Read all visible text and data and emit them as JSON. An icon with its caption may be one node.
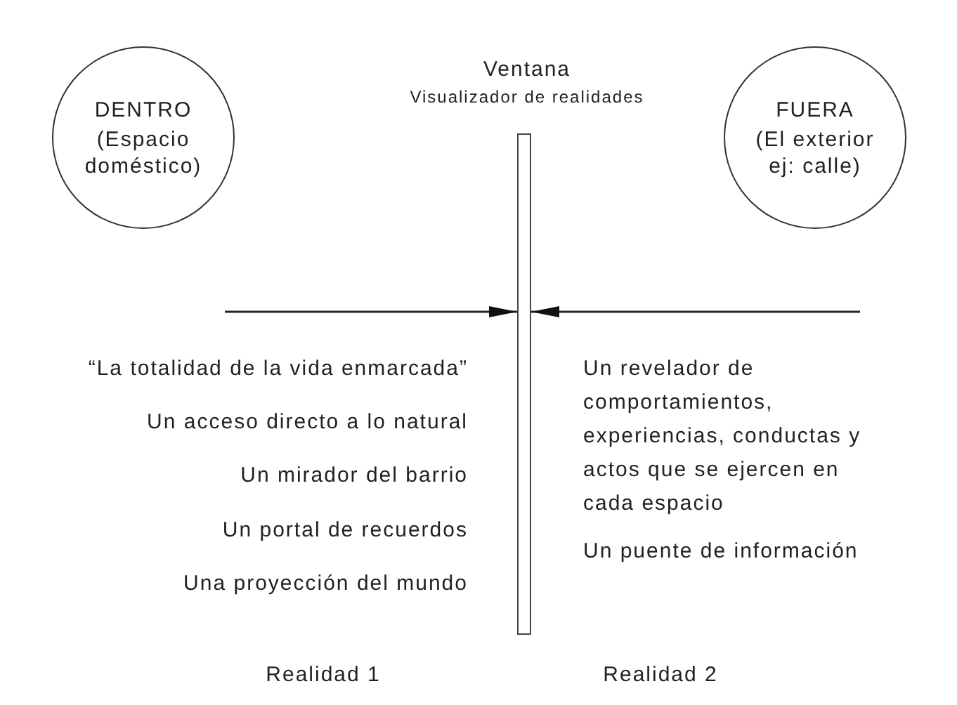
{
  "diagram": {
    "nodes": [
      {
        "text": [
          "DENTRO",
          "(Espacio doméstico)"
        ]
      },
      {
        "text": [
          "Ventana",
          "Visualizador de realidades"
        ]
      },
      {
        "text": [
          "FUERA",
          "(El exterior ej: calle)"
        ]
      }
    ],
    "edges": [
      {
        "from": null,
        "to": 1,
        "arrow": "to"
      },
      {
        "from": null,
        "to": 1,
        "arrow": "to"
      }
    ],
    "labels": [
      "“La totalidad de la vida enmarcada”",
      "Un acceso directo a lo natural",
      "Un mirador del barrio",
      "Un portal de recuerdos",
      "Una proyección del mundo",
      "Un revelador de comportamientos, experiencias, conductas y actos que se ejercen en cada espacio",
      "Un puente de información",
      "Realidad 1",
      "Realidad 2"
    ]
  }
}
